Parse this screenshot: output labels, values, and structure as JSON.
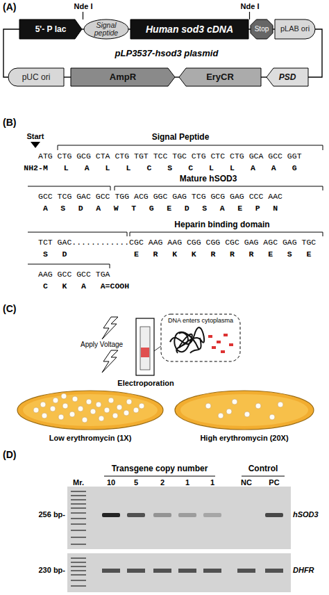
{
  "diagram": {
    "nodes": [
      {
        "text": [
          "5'- P lac"
        ]
      },
      {
        "text": [
          "Signal peptide"
        ]
      },
      {
        "text": [
          "Human sod3 cDNA"
        ]
      },
      {
        "text": [
          "Stop"
        ]
      },
      {
        "text": [
          "pLAB ori"
        ]
      },
      {
        "text": [
          "pUC ori"
        ]
      },
      {
        "text": [
          "AmpR"
        ]
      },
      {
        "text": [
          "EryCR"
        ]
      },
      {
        "text": [
          "PSD"
        ]
      }
    ],
    "edges": [
      {
        "from": 0,
        "to": 1,
        "arrow": "none"
      },
      {
        "from": 1,
        "to": 2,
        "arrow": "none"
      },
      {
        "from": 2,
        "to": 3,
        "arrow": "none"
      },
      {
        "from": 3,
        "to": 4,
        "arrow": "none"
      },
      {
        "from": 4,
        "to": 8,
        "arrow": "none"
      },
      {
        "from": 8,
        "to": 7,
        "arrow": "none"
      },
      {
        "from": 7,
        "to": 6,
        "arrow": "none"
      },
      {
        "from": 6,
        "to": 5,
        "arrow": "none"
      },
      {
        "from": 5,
        "to": 0,
        "arrow": "none"
      }
    ],
    "labels": [
      "(A)",
      "Nde I",
      "Nde I",
      "pLP3537-hsod3 plasmid",
      "(B)",
      "Start",
      "Signal Peptide",
      "ATG CTG GCG CTA CTG TGT TCC TGC CTG CTC CTG GCA GCC GGT",
      "NH2-M L A L L C S C L L A A G",
      "Mature hSOD3",
      "GCC TCG GAC GCC TGG ACG GGC GAG TCG GCG GAG CCC AAC",
      "A S D A W T G E D S A E P N",
      "Heparin binding domain",
      "TCT GAC............CGC AAG AAG CGG CGG CGC GAG AGC GAG TGC",
      "S D",
      "E R K K R R R E S E",
      "AAG GCC GCC TGA",
      "C K A A=COOH",
      "(C)",
      "Apply Voltage",
      "DNA enters cytoplasma",
      "Electroporation",
      "Low erythromycin (1X)",
      "High erythromycin (20X)",
      "(D)",
      "Transgene copy number",
      "Control",
      "Mr.",
      "10",
      "5",
      "2",
      "1",
      "1",
      "NC",
      "PC",
      "256 bp-",
      "hSOD3",
      "230 bp-",
      "DHFR"
    ]
  }
}
